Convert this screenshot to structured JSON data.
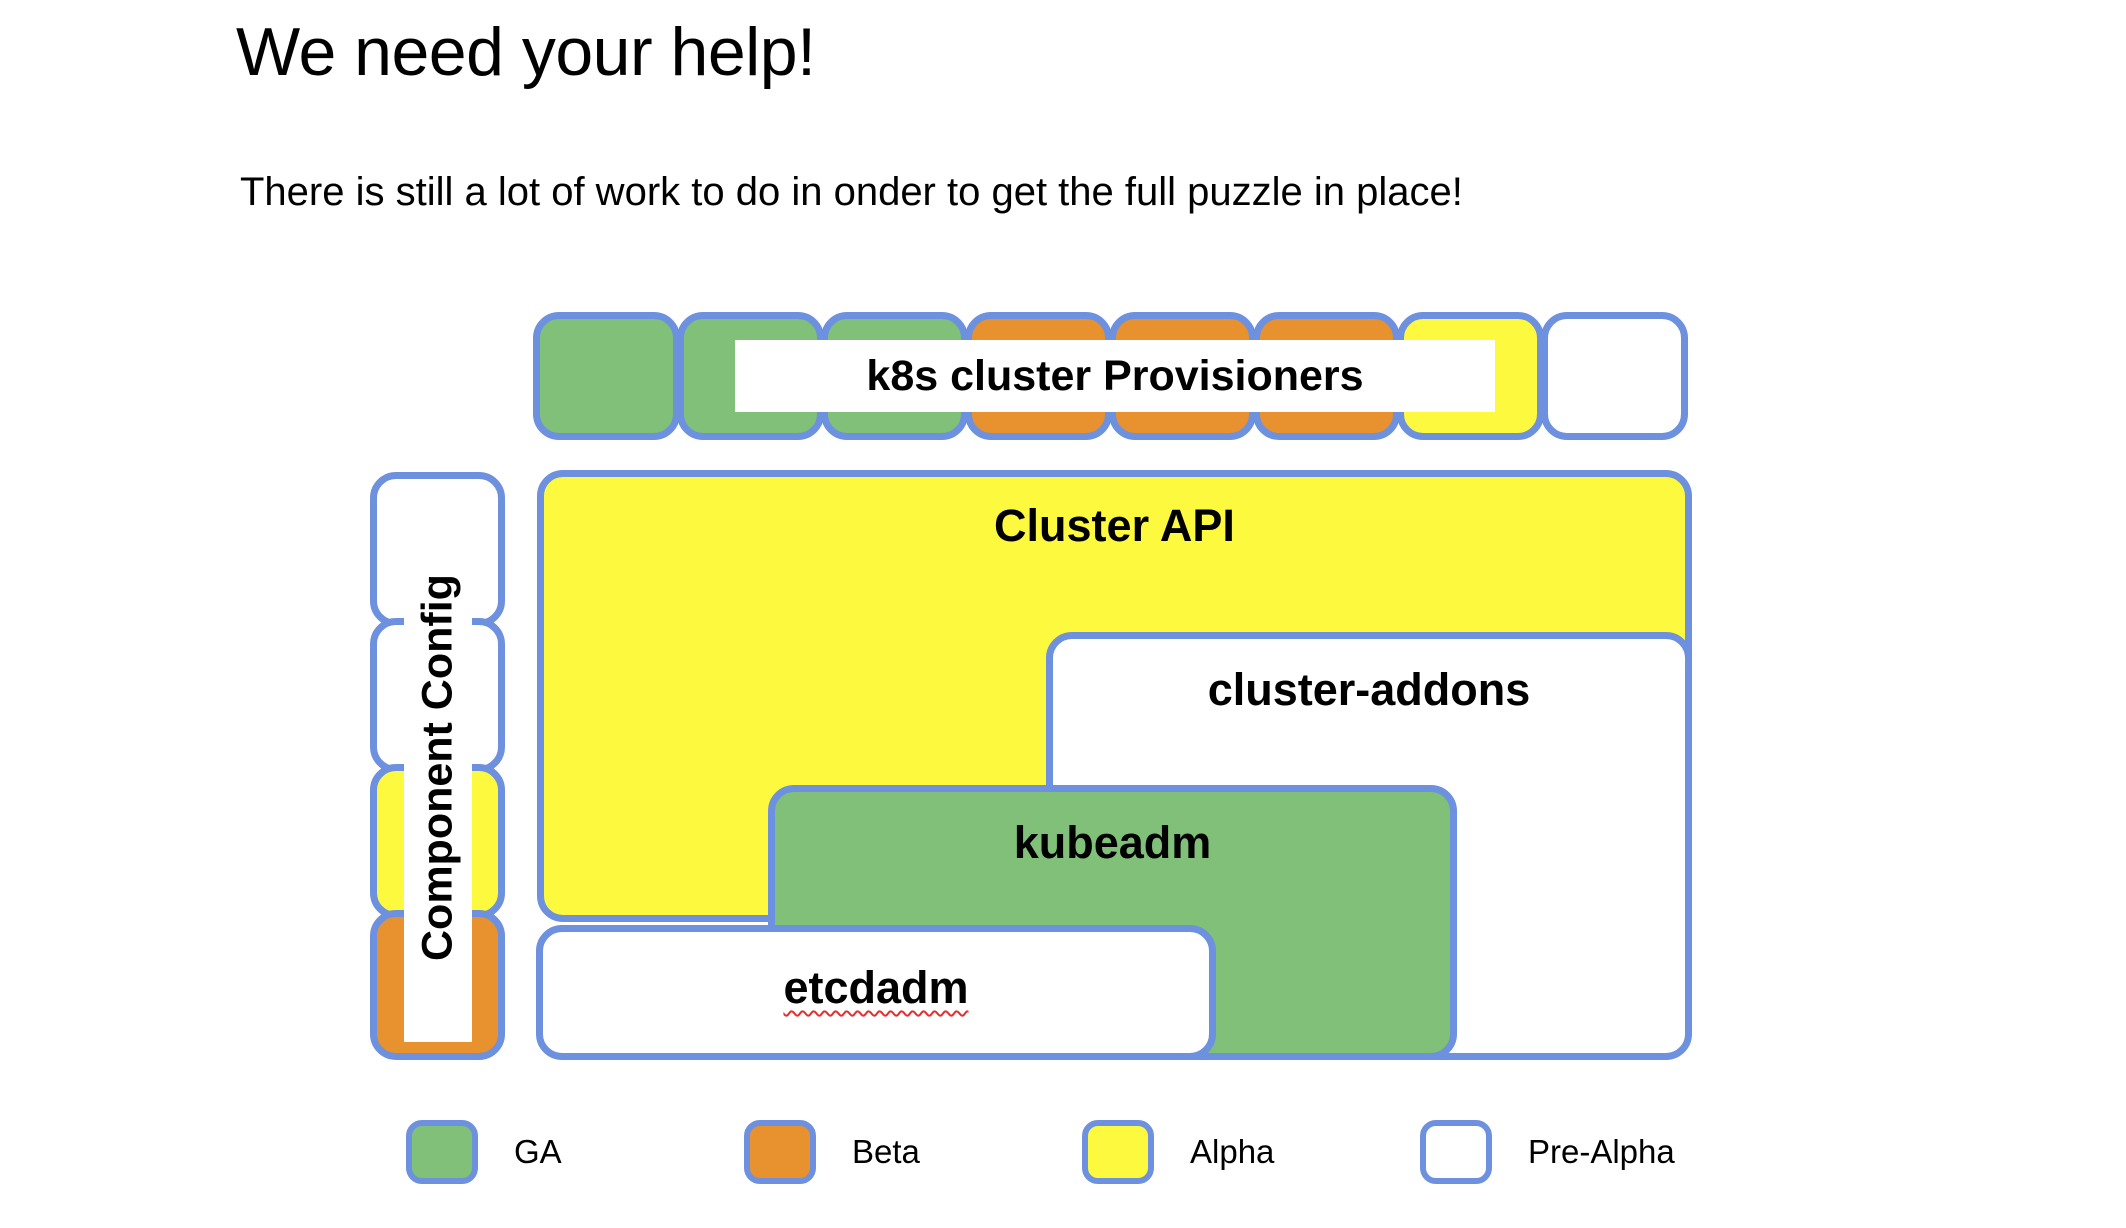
{
  "slide": {
    "title": "We need your help!",
    "subtitle": "There is still a lot of work to do in onder to get the full puzzle in place!"
  },
  "provisioner_row": {
    "label": "k8s cluster Provisioners",
    "boxes": [
      {
        "name": "provisioner-box-1",
        "status": "GA"
      },
      {
        "name": "provisioner-box-2",
        "status": "GA"
      },
      {
        "name": "provisioner-box-3",
        "status": "GA"
      },
      {
        "name": "provisioner-box-4",
        "status": "Beta"
      },
      {
        "name": "provisioner-box-5",
        "status": "Beta"
      },
      {
        "name": "provisioner-box-6",
        "status": "Beta"
      },
      {
        "name": "provisioner-box-7",
        "status": "Alpha"
      },
      {
        "name": "provisioner-box-8",
        "status": "Pre-Alpha"
      }
    ]
  },
  "component_config": {
    "label": "Component Config",
    "boxes": [
      {
        "name": "component-config-box-1",
        "status": "Pre-Alpha"
      },
      {
        "name": "component-config-box-2",
        "status": "Pre-Alpha"
      },
      {
        "name": "component-config-box-3",
        "status": "Alpha"
      },
      {
        "name": "component-config-box-4",
        "status": "Beta"
      }
    ]
  },
  "components": {
    "cluster_api": {
      "label": "Cluster API",
      "status": "Alpha"
    },
    "cluster_addons": {
      "label": "cluster-addons",
      "status": "Pre-Alpha"
    },
    "kubeadm": {
      "label": "kubeadm",
      "status": "GA"
    },
    "etcdadm": {
      "label": "etcdadm",
      "status": "Pre-Alpha"
    }
  },
  "legend": {
    "items": [
      {
        "label": "GA",
        "color": "#80c078"
      },
      {
        "label": "Beta",
        "color": "#e8922f"
      },
      {
        "label": "Alpha",
        "color": "#fdf93e"
      },
      {
        "label": "Pre-Alpha",
        "color": "#ffffff"
      }
    ]
  },
  "colors": {
    "border": "#6d91de",
    "ga": "#80c078",
    "beta": "#e8922f",
    "alpha": "#fdf93e",
    "prealpha": "#ffffff",
    "spellcheck_underline": "#e03030"
  }
}
